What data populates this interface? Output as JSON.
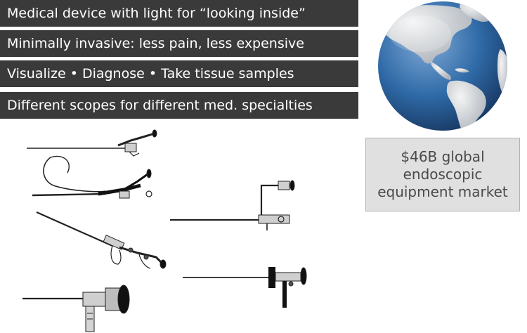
{
  "bullets": [
    "Medical device with light for “looking  inside”",
    "Minimally invasive: less pain, less expensive",
    "Visualize  •  Diagnose  •  Take tissue samples",
    "Different scopes for different med. specialties"
  ],
  "market": {
    "text": "$46B global endoscopic equipment market"
  },
  "colors": {
    "bar_background": "#3a3a3a",
    "bar_text": "#ffffff",
    "globe_ocean": "#2f6aa7",
    "globe_land": "#d9d9d9",
    "market_box_background": "#e0e0e0"
  }
}
